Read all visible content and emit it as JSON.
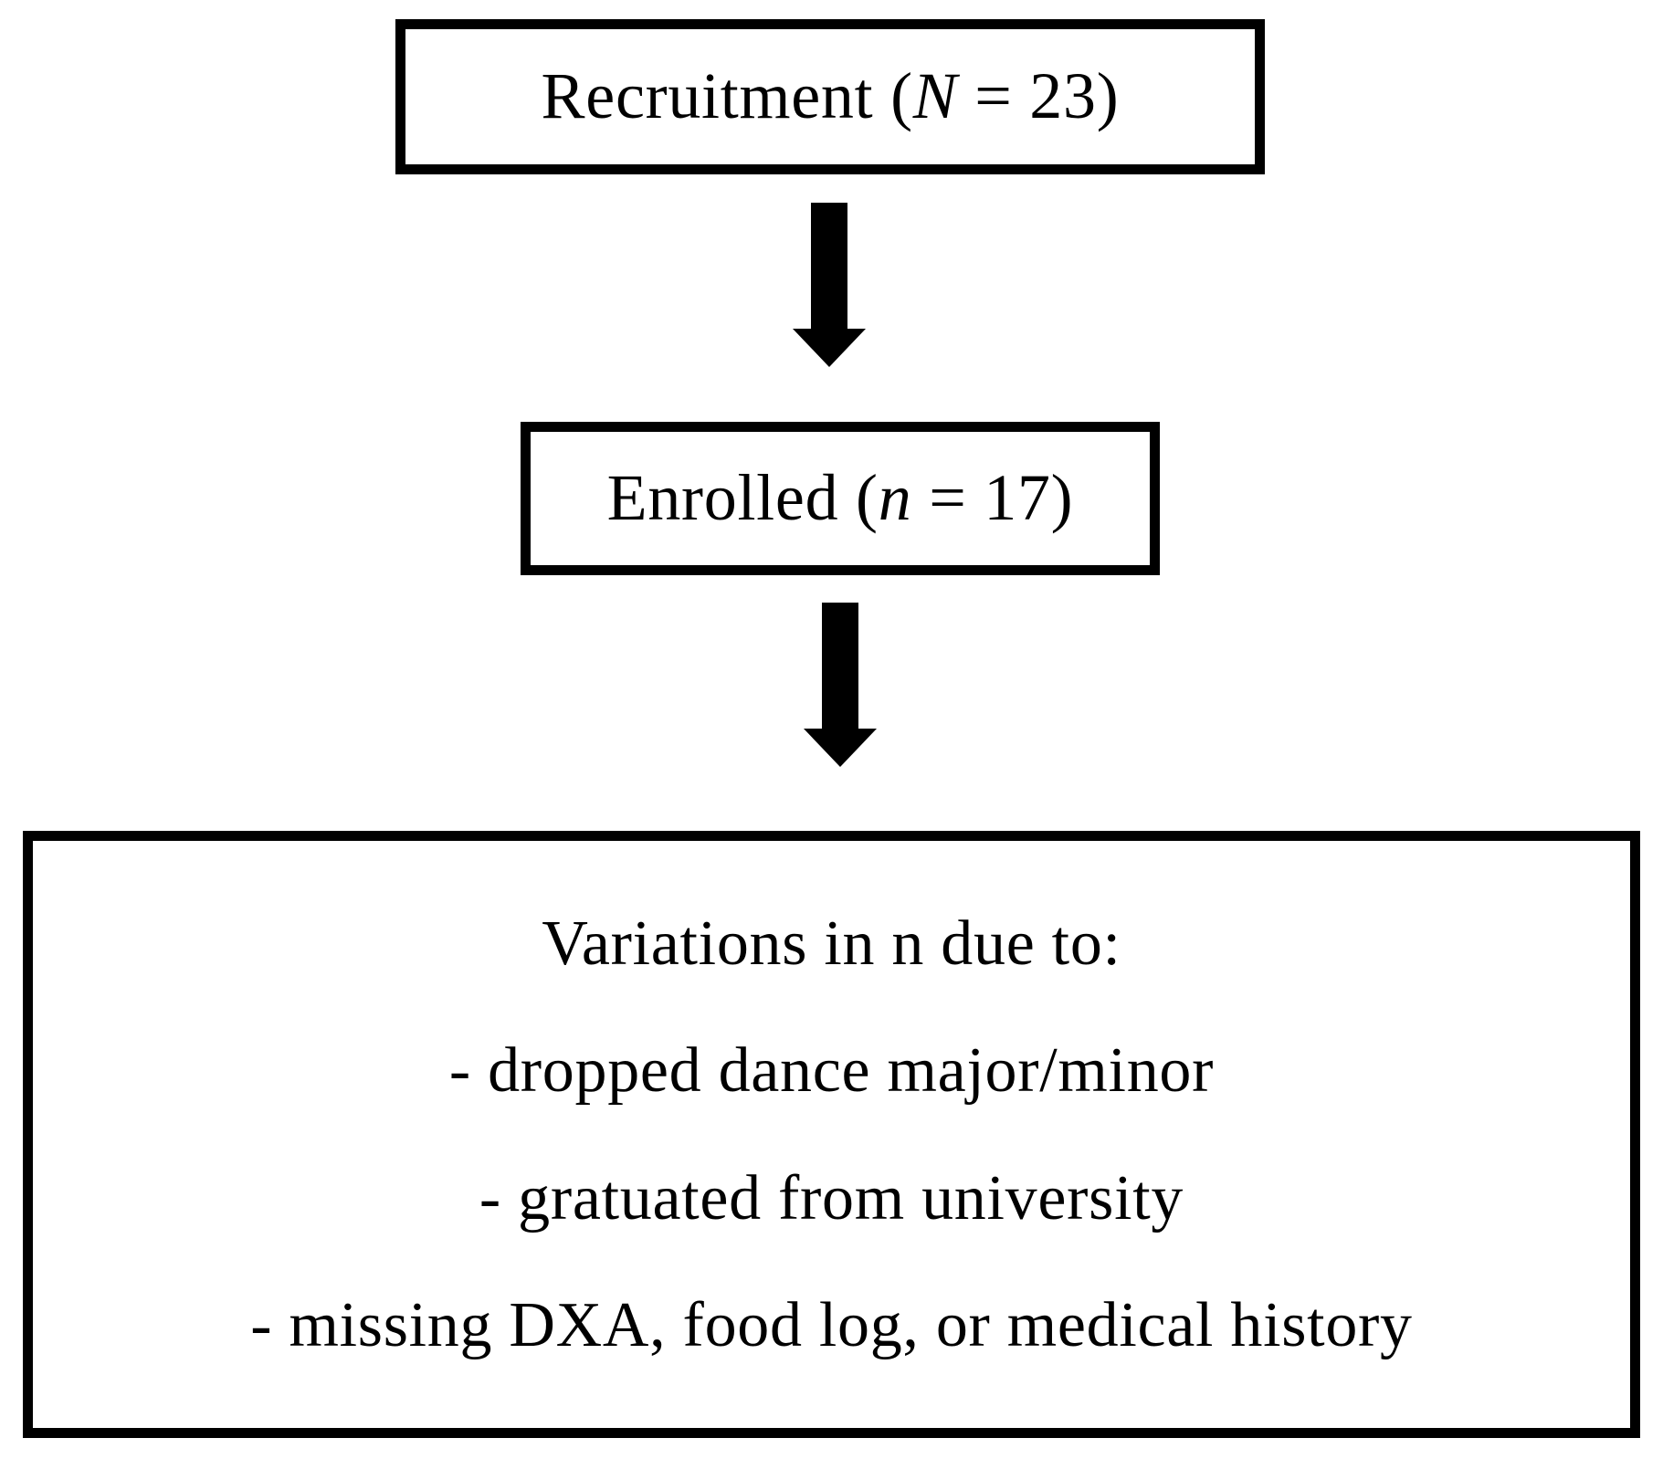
{
  "page": {
    "background_color": "#ffffff",
    "ink_color": "#000000"
  },
  "icons": {
    "arrow": "down-block-arrow"
  },
  "flow": {
    "recruitment": {
      "prefix": "Recruitment (",
      "variable": "N",
      "suffix": " = 23)"
    },
    "enrolled": {
      "prefix": "Enrolled (",
      "variable": "n",
      "suffix": " = 17)"
    },
    "variations": {
      "title": "Variations in n due to:",
      "items": [
        "- dropped dance major/minor",
        "- gratuated from university",
        "- missing DXA, food log, or medical history"
      ]
    }
  }
}
